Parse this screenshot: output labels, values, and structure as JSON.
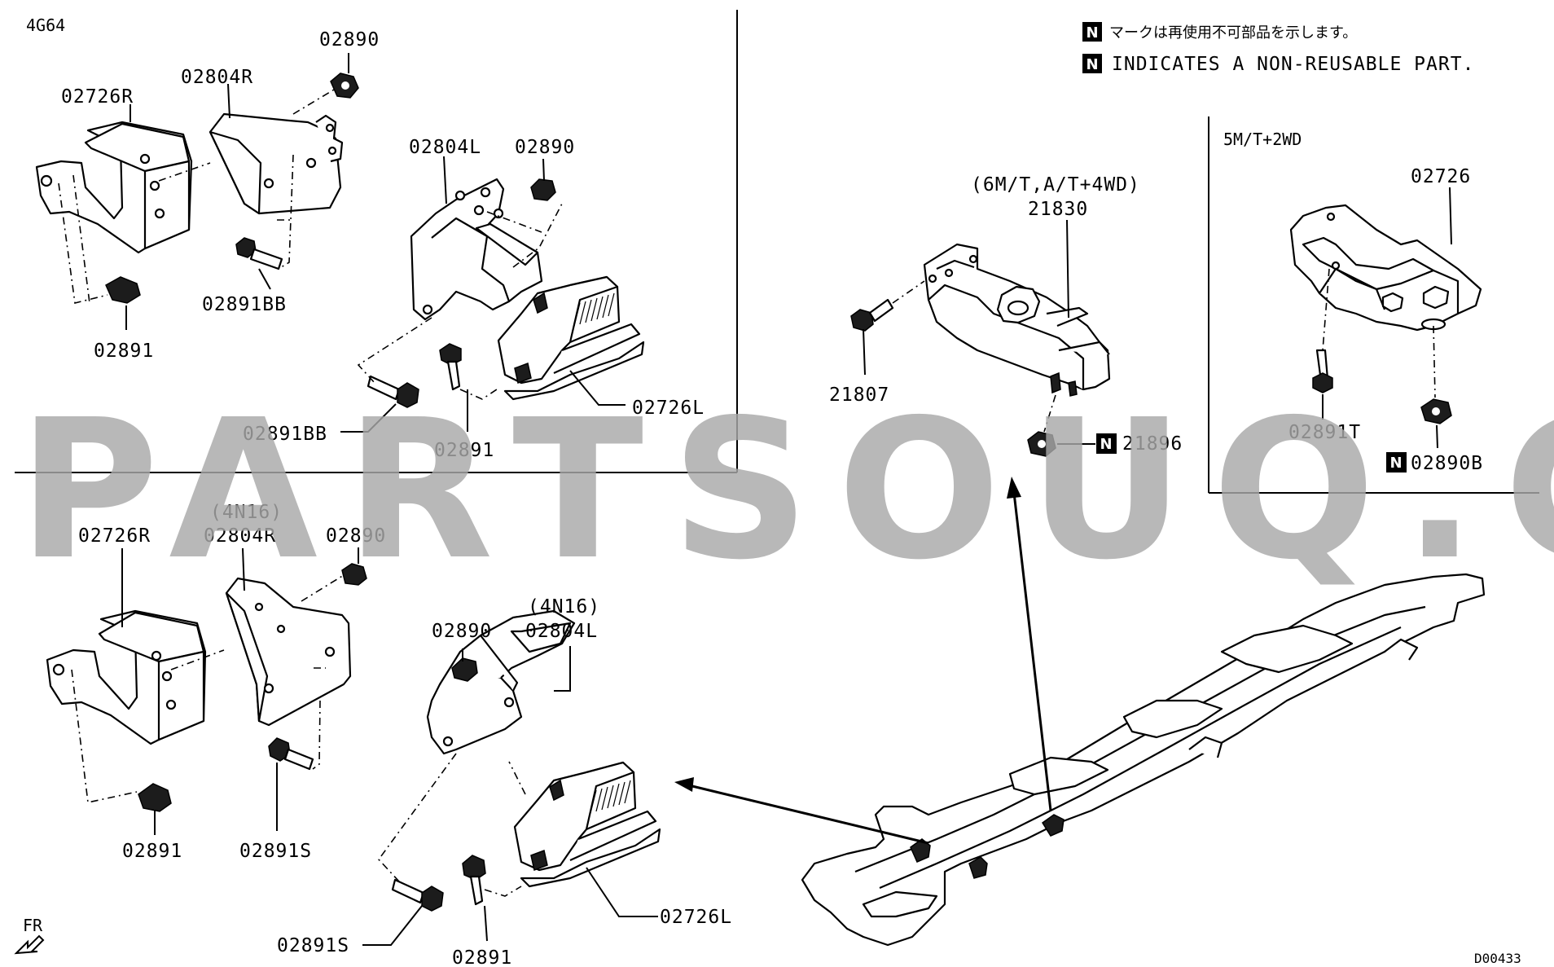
{
  "diagram_code": "D00433",
  "watermark": "PARTSOUQ.COM",
  "direction_label": "FR",
  "legend": {
    "badge": "N",
    "japanese_note": "マークは再使用不可部品を示します。",
    "english_note": "INDICATES A NON-REUSABLE PART."
  },
  "top_left_panel": {
    "section_label": "4G64",
    "parts": {
      "insulator_r": "02726R",
      "bracket_r": "02804R",
      "nut_r": "02890",
      "bolt_r": "02891BB",
      "bolt_r_lower": "02891",
      "bracket_l": "02804L",
      "nut_l": "02890",
      "insulator_l": "02726L",
      "bolt_l": "02891BB",
      "bolt_l_lower": "02891"
    }
  },
  "bottom_left_panel": {
    "parts": {
      "insulator_r": "02726R",
      "bracket_r_note": "(4N16)",
      "bracket_r": "02804R",
      "nut_r": "02890",
      "bolt_r_lower": "02891",
      "bolt_r": "02891S",
      "bracket_l_note": "(4N16)",
      "bracket_l": "02804L",
      "nut_l": "02890",
      "insulator_l": "02726L",
      "bolt_l": "02891S",
      "bolt_l_lower": "02891"
    }
  },
  "center_group": {
    "variant_note": "(6M/T,A/T+4WD)",
    "parts": {
      "mount": "21830",
      "bolt": "21807",
      "nut": "21896"
    }
  },
  "right_panel": {
    "section_label": "5M/T+2WD",
    "parts": {
      "mount": "02726",
      "bolt": "02891T",
      "nut": "02890B"
    }
  }
}
